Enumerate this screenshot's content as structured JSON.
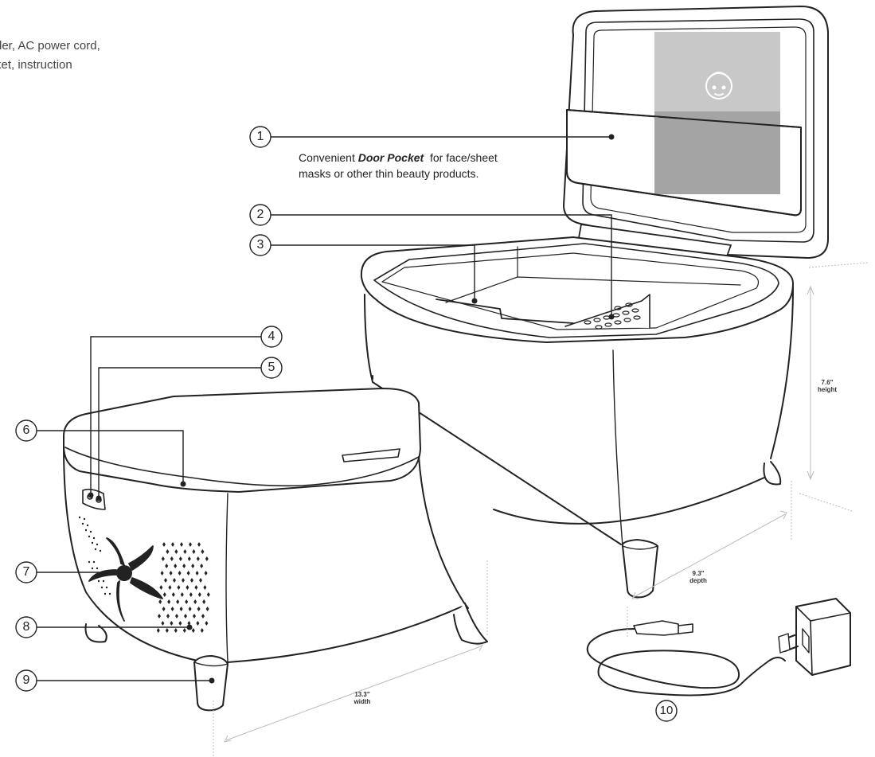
{
  "intro_text": {
    "line1": "der, AC power cord,",
    "line2": "ket, instruction"
  },
  "callouts": [
    {
      "number": "1"
    },
    {
      "number": "2"
    },
    {
      "number": "3"
    },
    {
      "number": "4"
    },
    {
      "number": "5"
    },
    {
      "number": "6"
    },
    {
      "number": "7"
    },
    {
      "number": "8"
    },
    {
      "number": "9"
    },
    {
      "number": "10"
    }
  ],
  "caption": {
    "prefix": "Convenient ",
    "emphasis": "Door Pocket",
    "suffix_line1": "  for face/sheet",
    "line2": "masks or other thin beauty products."
  },
  "dimensions": {
    "height_value": "7.6\"",
    "height_label": "height",
    "depth_value": "9.3\"",
    "depth_label": "depth",
    "width_value": "13.3\"",
    "width_label": "width"
  },
  "colors": {
    "outline": "#222222",
    "pocket": "#a6a6a6",
    "pocket_top": "#c4c4c4",
    "dim_line": "#bbbbbb"
  }
}
